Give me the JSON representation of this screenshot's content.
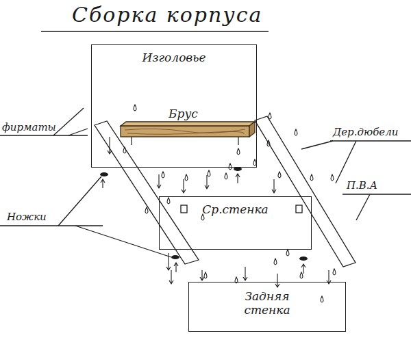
{
  "diagram": {
    "title": "Сборка корпуса",
    "nodes": [
      {
        "text": [
          "Изголовье"
        ]
      },
      {
        "text": [
          "Брус"
        ],
        "in": 0
      },
      {
        "text": [
          "Ср.стенка"
        ]
      },
      {
        "text": [
          "Задняя стенка"
        ]
      }
    ],
    "labels": [
      "фирматы",
      "Дер.дюбели",
      "П.В.А",
      "Ножки"
    ]
  }
}
